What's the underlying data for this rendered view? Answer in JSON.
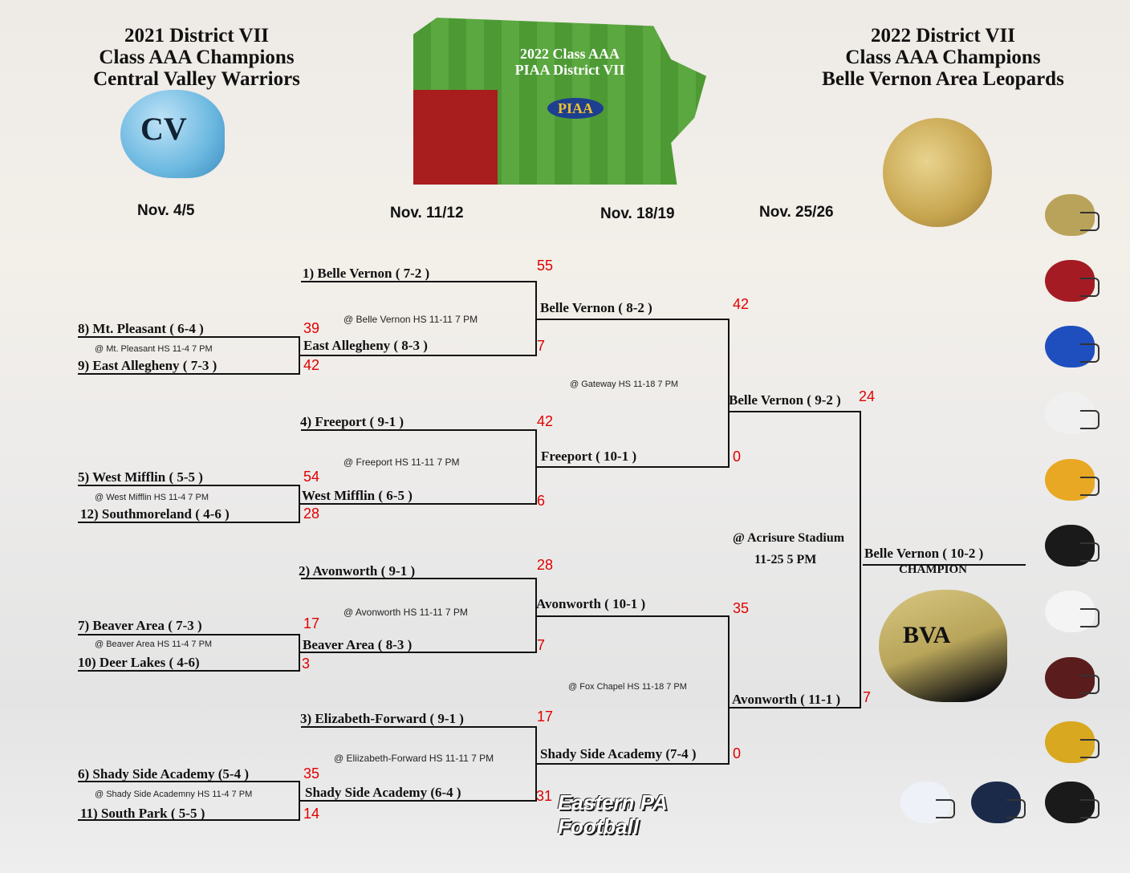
{
  "header": {
    "left": [
      "2021 District VII",
      "Class AAA Champions",
      "Central Valley Warriors"
    ],
    "right": [
      "2022 District VII",
      "Class AAA Champions",
      "Belle Vernon Area Leopards"
    ],
    "map_title": [
      "2022 Class AAA",
      "PIAA District VII"
    ],
    "map_logo": "PIAA",
    "brand": "Eastern PA Football"
  },
  "dates": [
    "Nov. 4/5",
    "Nov. 11/12",
    "Nov. 18/19",
    "Nov. 25/26"
  ],
  "round1": [
    {
      "top": "8) Mt. Pleasant ( 6-4 )",
      "venue": "@ Mt. Pleasant HS 11-4 7 PM",
      "bottom": "9) East Allegheny ( 7-3 )",
      "top_score": "39",
      "bottom_score": "42"
    },
    {
      "top": "5) West Mifflin ( 5-5 )",
      "venue": "@ West Mifflin HS 11-4 7 PM",
      "bottom": "12) Southmoreland ( 4-6 )",
      "top_score": "54",
      "bottom_score": "28"
    },
    {
      "top": "7) Beaver Area ( 7-3 )",
      "venue": "@ Beaver Area HS 11-4 7 PM",
      "bottom": "10) Deer Lakes ( 4-6)",
      "top_score": "17",
      "bottom_score": "3"
    },
    {
      "top": "6) Shady Side Academy (5-4 )",
      "venue": "@ Shady Side Academny HS 11-4 7 PM",
      "bottom": "11) South Park ( 5-5 )",
      "top_score": "35",
      "bottom_score": "14"
    }
  ],
  "quarterfinals": [
    {
      "top": "1)  Belle Vernon ( 7-2 )",
      "venue": "@ Belle Vernon HS 11-11 7 PM",
      "bottom": "East Allegheny ( 8-3 )",
      "top_score": "55",
      "bottom_score": "7"
    },
    {
      "top": "4) Freeport ( 9-1 )",
      "venue": "@ Freeport HS 11-11 7 PM",
      "bottom": "West Mifflin ( 6-5 )",
      "top_score": "42",
      "bottom_score": "6"
    },
    {
      "top": "2) Avonworth ( 9-1 )",
      "venue": "@ Avonworth HS 11-11 7 PM",
      "bottom": "Beaver Area ( 8-3 )",
      "top_score": "28",
      "bottom_score": "7"
    },
    {
      "top": "3) Elizabeth-Forward ( 9-1 )",
      "venue": "@ Eliizabeth-Forward HS 11-11  7 PM",
      "bottom": "Shady Side Academy (6-4 )",
      "top_score": "17",
      "bottom_score": "31"
    }
  ],
  "semifinals": [
    {
      "top": "Belle Vernon ( 8-2 )",
      "venue": "@ Gateway HS 11-18 7 PM",
      "bottom": "Freeport ( 10-1 )",
      "top_score": "42",
      "bottom_score": "0"
    },
    {
      "top": "Avonworth ( 10-1 )",
      "venue": "@ Fox Chapel HS 11-18 7 PM",
      "bottom": "Shady Side Academy (7-4 )",
      "top_score": "35",
      "bottom_score": "0"
    }
  ],
  "final": {
    "top": "Belle Vernon ( 9-2 )",
    "bottom": "Avonworth ( 11-1 )",
    "top_score": "24",
    "bottom_score": "7",
    "venue": "@ Acrisure Stadium",
    "time": "11-25  5 PM"
  },
  "champion": {
    "name": "Belle Vernon ( 10-2 )",
    "label": "CHAMPION"
  },
  "colors": {
    "score": "#e00000",
    "line": "#111111"
  }
}
